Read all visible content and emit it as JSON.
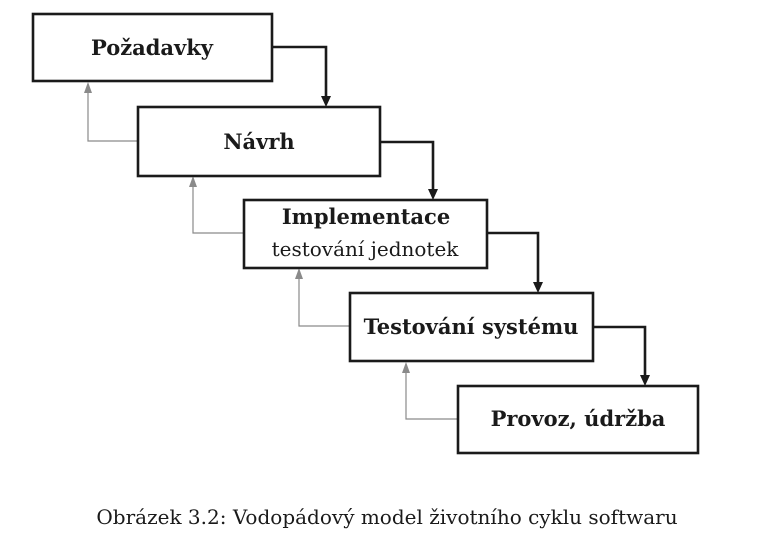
{
  "diagram": {
    "type": "waterfall-model",
    "stages": [
      {
        "label": "Požadavky"
      },
      {
        "label": "Návrh"
      },
      {
        "label": "Implementace",
        "sublabel": "testování jednotek"
      },
      {
        "label": "Testování systému"
      },
      {
        "label": "Provoz, údržba"
      }
    ],
    "colors": {
      "forward_arrow": "#1a1a1a",
      "feedback_arrow": "#8a8a8a",
      "box_border": "#1a1a1a",
      "background": "#ffffff"
    }
  },
  "caption": "Obrázek 3.2: Vodopádový model životního cyklu softwaru"
}
